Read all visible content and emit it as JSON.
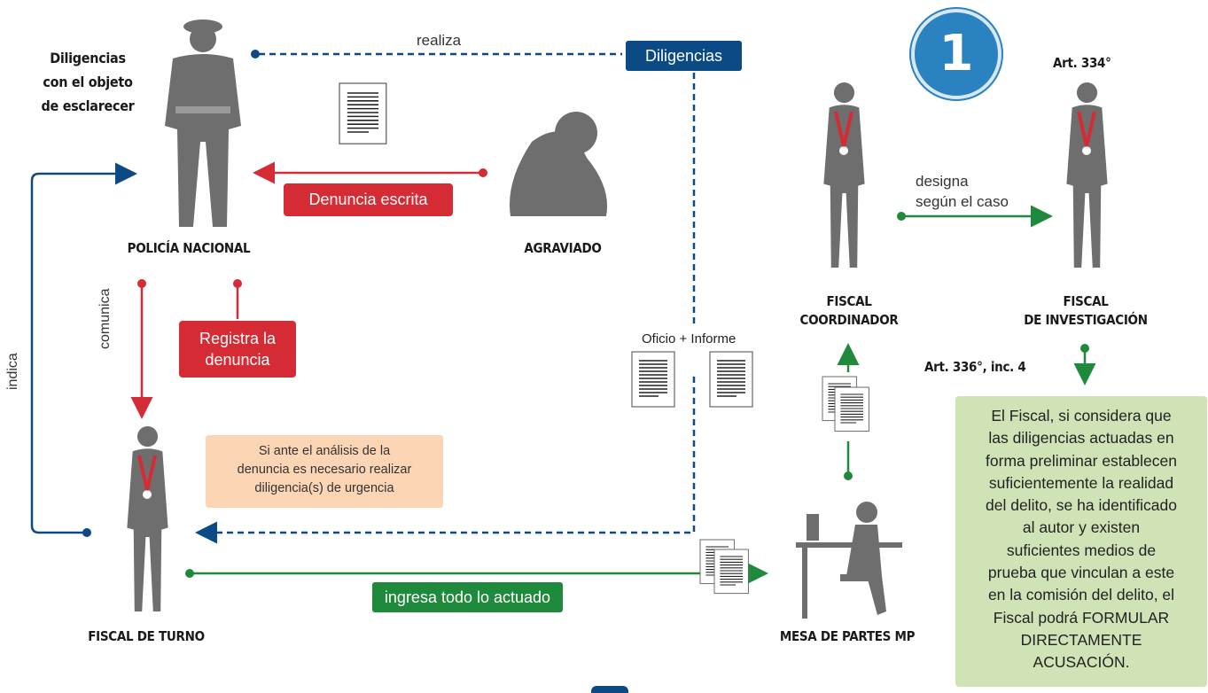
{
  "top_left_caption": [
    "Diligencias",
    "con el objeto",
    "de esclarecer"
  ],
  "labels": {
    "realiza": "realiza",
    "diligencias_box": "Diligencias",
    "denuncia_escrita": "Denuncia escrita",
    "policia": "POLICÍA NACIONAL",
    "agraviado": "AGRAVIADO",
    "registra": [
      "Registra la",
      "denuncia"
    ],
    "comunica": "comunica",
    "indica": "indica",
    "oficio_informe": "Oficio + Informe",
    "analisis": [
      "Si ante el análisis de la",
      "denuncia  es necesario realizar",
      "diligencia(s) de urgencia"
    ],
    "fiscal_turno": "FISCAL DE TURNO",
    "ingresa": "ingresa todo lo actuado",
    "mesa_partes": "MESA DE PARTES MP",
    "fiscal_coord": [
      "FISCAL",
      "COORDINADOR"
    ],
    "designa": [
      "designa",
      "según el caso"
    ],
    "fiscal_inv": [
      "FISCAL",
      "DE INVESTIGACIÓN"
    ],
    "step_number": "1",
    "art334": "Art. 334°",
    "art336": "Art. 336°, inc. 4",
    "conclusion": [
      "El Fiscal, si considera que",
      "las diligencias actuadas en",
      "forma preliminar establecen",
      "suficientemente la realidad",
      "del delito, se ha identificado",
      "al autor  y existen",
      "suficientes  medios de",
      "prueba que vinculan a este",
      "en la comisión del delito,  el",
      "Fiscal podrá FORMULAR",
      "DIRECTAMENTE",
      "ACUSACIÓN."
    ]
  },
  "colors": {
    "blue": "#0b4a85",
    "red": "#d42b35",
    "green": "#1f8a3b",
    "gray": "#6e6e6e",
    "light_green": "#cfe3b6",
    "peach": "#fcd5b4",
    "circle": "#2a82c0"
  }
}
